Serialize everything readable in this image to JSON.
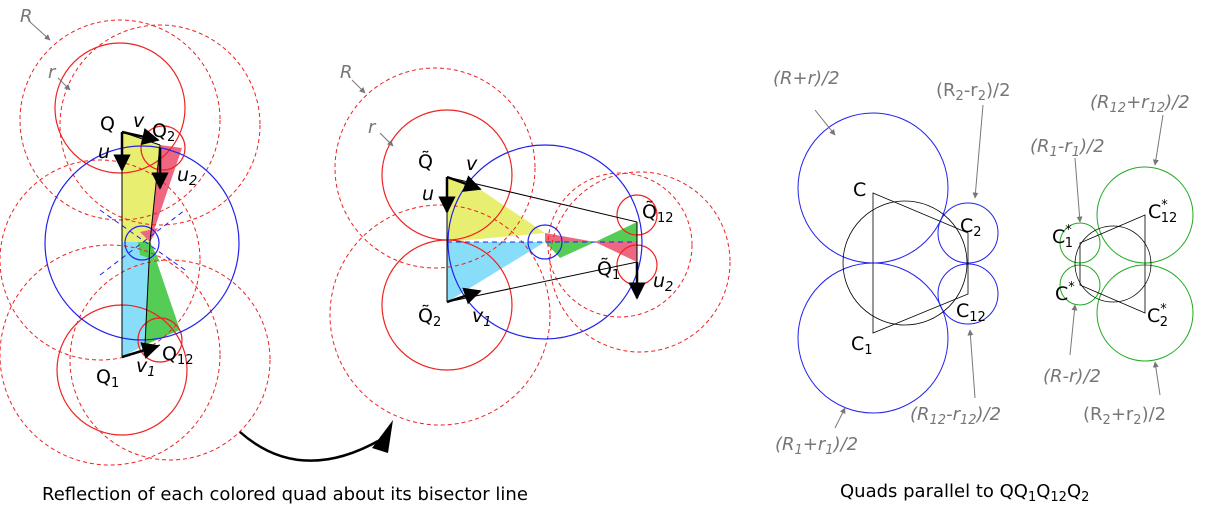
{
  "captions": {
    "left": "Reflection of each colored quad about its bisector line",
    "right_prefix": "Quads parallel to QQ",
    "right_sub1": "1",
    "right_mid1": "Q",
    "right_sub2": "12",
    "right_mid2": "Q",
    "right_sub3": "2"
  },
  "panel_a": {
    "R": "R",
    "r": "r",
    "Q": "Q",
    "Q2": "Q",
    "Q2_sub": "2",
    "Q1": "Q",
    "Q1_sub": "1",
    "Q12": "Q",
    "Q12_sub": "12",
    "u": "u",
    "v": "v",
    "u2": "u",
    "u2_sub": "2",
    "v1": "v",
    "v1_sub": "1"
  },
  "panel_b": {
    "R": "R",
    "r": "r",
    "Q": "Q̃",
    "Q12": "Q̃",
    "Q12_sub": "12",
    "Q1": "Q̃",
    "Q1_sub": "1",
    "Q2": "Q̃",
    "Q2_sub": "2",
    "u": "u",
    "v": "v",
    "u2": "u",
    "u2_sub": "2",
    "v1": "v",
    "v1_sub": "1"
  },
  "panel_c": {
    "RplusR": "(R+r)/2",
    "R2minus": "(R",
    "R2minus_sub1": "2",
    "R2minus_mid": "-r",
    "R2minus_sub2": "2",
    "R2minus_end": ")/2",
    "C": "C",
    "C2": "C",
    "C2_sub": "2",
    "C1": "C",
    "C1_sub": "1",
    "C12": "C",
    "C12_sub": "12",
    "R12minus": "(R",
    "R12minus_sub1": "12",
    "R12minus_mid": "-r",
    "R12minus_sub2": "12",
    "R12minus_end": ")/2",
    "R1plus": "(R",
    "R1plus_sub1": "1",
    "R1plus_mid": "+r",
    "R1plus_sub2": "1",
    "R1plus_end": ")/2"
  },
  "panel_d": {
    "R12plus": "(R",
    "R12plus_sub1": "12",
    "R12plus_mid": "+r",
    "R12plus_sub2": "12",
    "R12plus_end": ")/2",
    "R1minus": "(R",
    "R1minus_sub1": "1",
    "R1minus_mid": "-r",
    "R1minus_sub2": "1",
    "R1minus_end": ")/2",
    "Cs12": "C",
    "Cs12_sub": "12",
    "Cs1": "C",
    "Cs1_sub": "1",
    "Cs": "C",
    "Cs2": "C",
    "Cs2_sub": "2",
    "star": "*",
    "Rminus": "(R-r)/2",
    "R2plus": "(R",
    "R2plus_sub1": "2",
    "R2plus_mid": "+r",
    "R2plus_sub2": "2",
    "R2plus_end": ")/2"
  },
  "colors": {
    "red": "#ee2222",
    "blue": "#2222ee",
    "green": "#22aa22",
    "yellow_fill": "#e8ee70",
    "cyan_fill": "#88ddf8",
    "green_fill": "#55cc55",
    "pink_fill": "#ee6680",
    "gray": "#777777"
  }
}
